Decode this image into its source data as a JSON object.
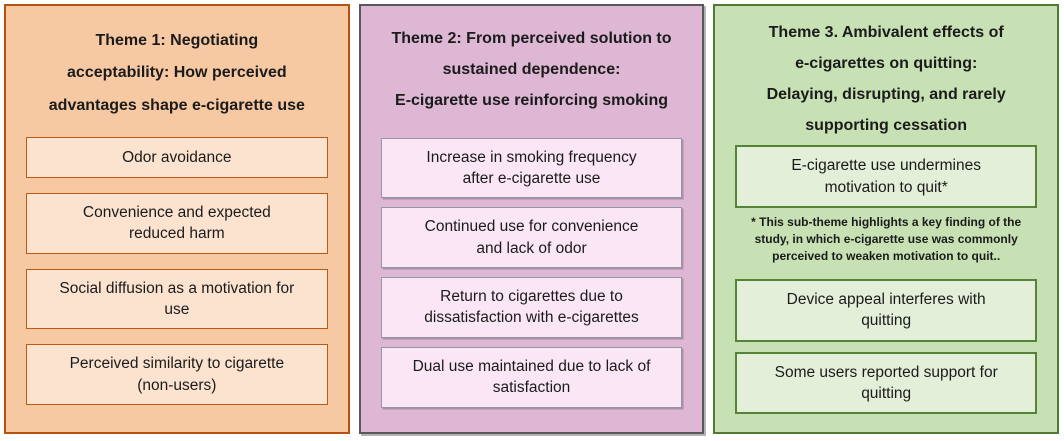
{
  "figure": {
    "background": "#ffffff",
    "text_color": "#1b1b1b"
  },
  "panels": [
    {
      "name": "Theme 1",
      "title": "Theme 1: Negotiating acceptability: How perceived advantages shape e-cigarette use",
      "title_lines": [
        "Theme 1: Negotiating",
        "acceptability: How perceived",
        "advantages shape e-cigarette use"
      ],
      "colors": {
        "panel_bg": "#F6C9A3",
        "panel_border": "#B6520E",
        "box_bg": "#FBE3D0",
        "box_border": "#BC5A14"
      },
      "boxes": [
        {
          "text": "Odor avoidance",
          "lines": [
            "Odor avoidance"
          ]
        },
        {
          "text": "Convenience and expected reduced harm",
          "lines": [
            "Convenience and expected",
            "reduced harm"
          ]
        },
        {
          "text": "Social diffusion as a motivation for use",
          "lines": [
            "Social diffusion as a motivation for",
            "use"
          ]
        },
        {
          "text": "Perceived similarity to cigarette (non-users)",
          "lines": [
            "Perceived similarity to cigarette",
            "(non-users)"
          ]
        }
      ]
    },
    {
      "name": "Theme 2",
      "title": "Theme 2: From perceived solution to sustained dependence: E-cigarette use reinforcing smoking",
      "title_lines": [
        "Theme 2: From perceived solution to",
        "sustained dependence:",
        "E-cigarette use reinforcing smoking"
      ],
      "colors": {
        "panel_bg": "#DDB7D4",
        "panel_border": "#595959",
        "box_bg": "#FAE6F5",
        "box_border": "#9497A5"
      },
      "boxes": [
        {
          "text": "Increase in smoking frequency after e-cigarette use",
          "lines": [
            "Increase in smoking frequency",
            "after e-cigarette use"
          ]
        },
        {
          "text": "Continued use for convenience and lack of odor",
          "lines": [
            "Continued use for convenience",
            "and lack of odor"
          ]
        },
        {
          "text": "Return to cigarettes due to dissatisfaction with e-cigarettes",
          "lines": [
            "Return to cigarettes due to",
            "dissatisfaction with e-cigarettes"
          ]
        },
        {
          "text": "Dual use maintained due to lack of satisfaction",
          "lines": [
            "Dual use maintained due to lack of",
            "satisfaction"
          ]
        }
      ]
    },
    {
      "name": "Theme 3",
      "title": "Theme 3. Ambivalent effects of e-cigarettes on quitting: Delaying, disrupting, and rarely supporting cessation",
      "title_lines": [
        "Theme 3. Ambivalent effects of",
        "e-cigarettes on quitting:",
        "Delaying, disrupting, and rarely",
        "supporting cessation"
      ],
      "colors": {
        "panel_bg": "#C7E0B4",
        "panel_border": "#4F7A33",
        "box_bg": "#E3EFD9",
        "box_border": "#568436"
      },
      "boxes": [
        {
          "text": "E-cigarette use undermines motivation to quit*",
          "lines": [
            "E-cigarette use undermines",
            "motivation to quit*"
          ]
        },
        {
          "text": "Device appeal interferes with quitting",
          "lines": [
            "Device appeal interferes with",
            "quitting"
          ]
        },
        {
          "text": "Some users reported support for quitting",
          "lines": [
            "Some users reported support for",
            "quitting"
          ]
        }
      ],
      "footnote": {
        "text": "* This sub-theme highlights a key finding of the study, in which e-cigarette use was commonly perceived to weaken motivation to quit..",
        "lines": [
          "* This sub-theme highlights a key finding of the",
          "study, in which e-cigarette use was commonly",
          "perceived to weaken motivation to quit.."
        ]
      }
    }
  ]
}
